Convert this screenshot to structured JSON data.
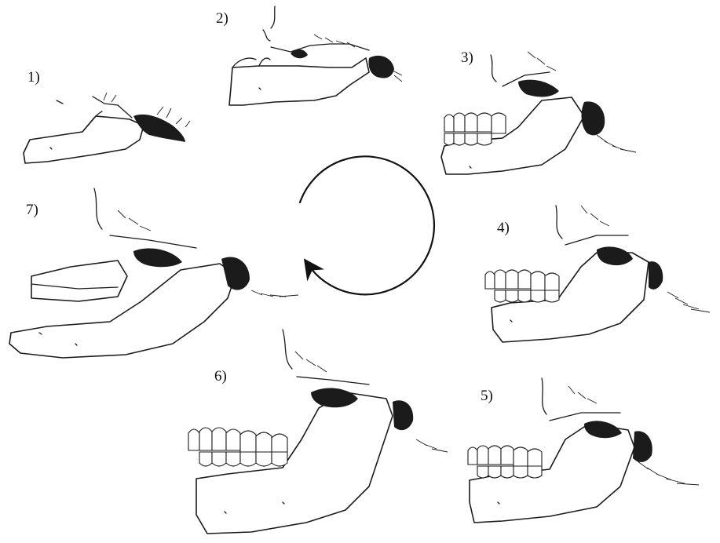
{
  "figure": {
    "cycle_arrow": {
      "icon": "cycle-arrow-icon",
      "direction": "clockwise",
      "color": "#000000"
    },
    "stages": [
      {
        "label": "1)",
        "icon": "mandible-stage-1-icon"
      },
      {
        "label": "2)",
        "icon": "mandible-stage-2-icon"
      },
      {
        "label": "3)",
        "icon": "mandible-stage-3-icon"
      },
      {
        "label": "4)",
        "icon": "mandible-stage-4-icon"
      },
      {
        "label": "5)",
        "icon": "mandible-stage-5-icon"
      },
      {
        "label": "6)",
        "icon": "mandible-stage-6-icon"
      },
      {
        "label": "7)",
        "icon": "mandible-stage-7-icon"
      }
    ]
  }
}
